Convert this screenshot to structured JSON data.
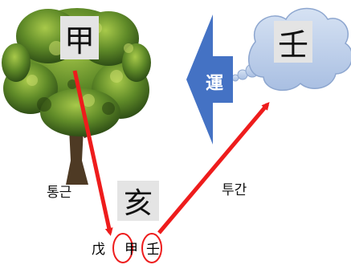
{
  "tree": {
    "stem_char": "甲"
  },
  "cloud": {
    "stem_char": "壬"
  },
  "luck_arrow": {
    "label": "運"
  },
  "branch": {
    "char": "亥"
  },
  "labels": {
    "rooting": "통근",
    "emergence": "투간"
  },
  "hidden_stems": {
    "stem1": "戊",
    "stem2": "甲",
    "stem3": "壬"
  },
  "colors": {
    "arrow": "#ee1c1c",
    "luck_arrow": "#4472c4",
    "cloud": "#b4c7e7",
    "box": "#e4e4e4"
  }
}
